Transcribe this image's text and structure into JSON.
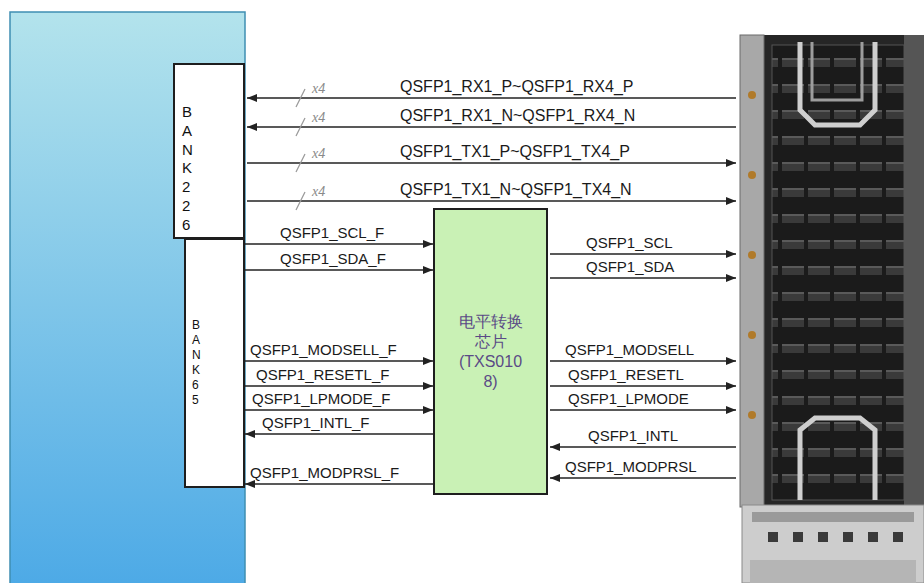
{
  "diagram": {
    "nodes": [
      {
        "text": [
          "BANK 226"
        ]
      },
      {
        "text": [
          "BANK 65"
        ]
      },
      {
        "text": [
          "电平转换芯片 (TXS0108)"
        ]
      }
    ],
    "edges": [
      {
        "from": 1,
        "to": 2,
        "arrow": "to",
        "label": "QSFP1_SCL_F"
      },
      {
        "from": 1,
        "to": 2,
        "arrow": "to",
        "label": "QSFP1_SDA_F"
      },
      {
        "from": 1,
        "to": 2,
        "arrow": "to",
        "label": "QSFP1_MODSELL_F"
      },
      {
        "from": 1,
        "to": 2,
        "arrow": "to",
        "label": "QSFP1_RESETL_F"
      },
      {
        "from": 1,
        "to": 2,
        "arrow": "to",
        "label": "QSFP1_LPMODE_F"
      },
      {
        "from": 2,
        "to": 1,
        "arrow": "to",
        "label": "QSFP1_INTL_F"
      },
      {
        "from": 2,
        "to": 1,
        "arrow": "to",
        "label": "QSFP1_MODPRSL_F"
      }
    ],
    "labels": [
      "x4",
      "QSFP1_RX1_P~QSFP1_RX4_P",
      "x4",
      "QSFP1_RX1_N~QSFP1_RX4_N",
      "x4",
      "QSFP1_TX1_P~QSFP1_TX4_P",
      "x4",
      "QSFP1_TX1_N~QSFP1_TX4_N",
      "QSFP1_SCL",
      "QSFP1_SDA",
      "QSFP1_MODSELL",
      "QSFP1_RESETL",
      "QSFP1_LPMODE",
      "QSFP1_INTL",
      "QSFP1_MODPRSL"
    ]
  }
}
